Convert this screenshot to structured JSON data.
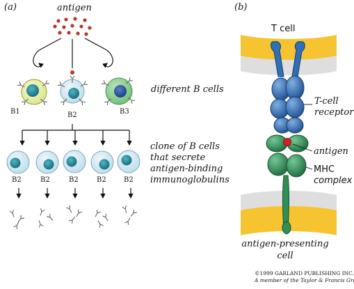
{
  "panel_a": {
    "panel_label": "(a)",
    "antigen_label": "antigen",
    "b_cell_labels": [
      "B1",
      "B2",
      "B3"
    ],
    "different_b_cells_label": "different B cells",
    "clone_label_lines": [
      "clone of B cells",
      "that secrete",
      "antigen-binding",
      "immunoglobulins"
    ],
    "clone_cell_labels": [
      "B2",
      "B2",
      "B2",
      "B2",
      "B2"
    ]
  },
  "panel_b": {
    "panel_label": "(b)",
    "t_cell_label": "T cell",
    "receptor_label_lines": [
      "T-cell",
      "receptor"
    ],
    "antigen_label": "antigen",
    "mhc_label_lines": [
      "MHC",
      "complex"
    ],
    "apc_label_lines": [
      "antigen-presenting",
      "cell"
    ]
  },
  "copyright": {
    "line1": "©1999 GARLAND PUBLISHING INC.",
    "line2": "A member of the Taylor & Francis Group"
  },
  "colors": {
    "membrane_yellow": "#f6c430",
    "membrane_gray": "#dedede",
    "antigen_red": "#c0392b",
    "receptor_blue": "#2f6fb3",
    "mhc_green": "#2f8f57",
    "cell_light_blue": "#cfe6f2",
    "nucleus_teal": "#2a8a98"
  }
}
